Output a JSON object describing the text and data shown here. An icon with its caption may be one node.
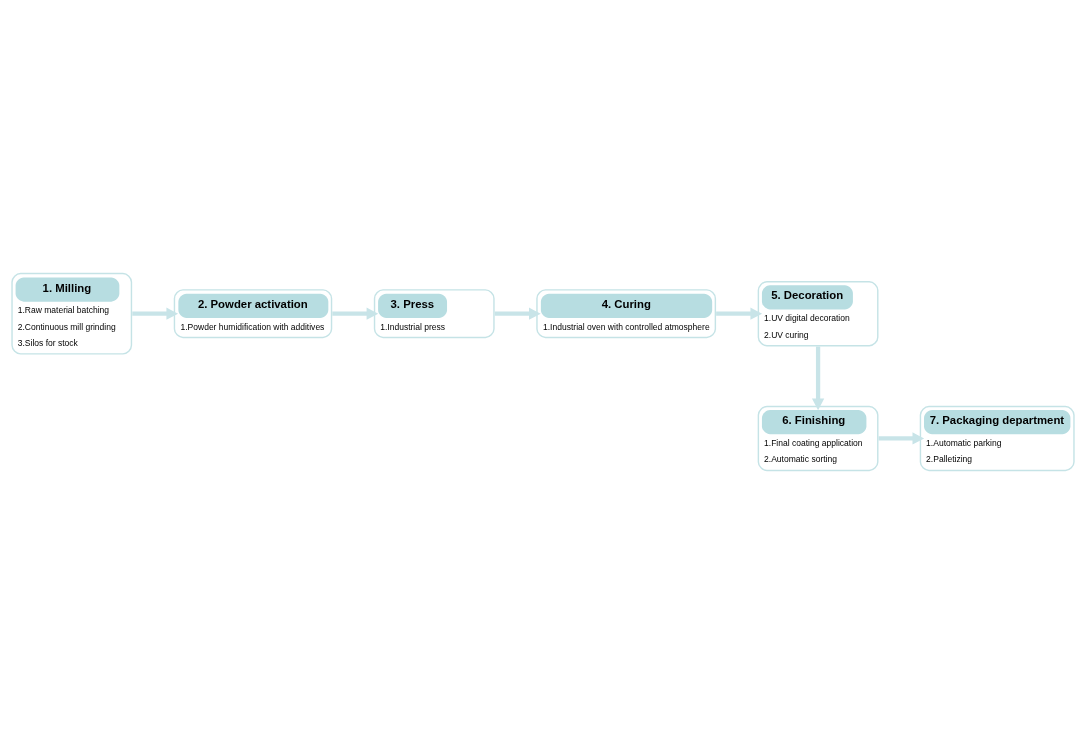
{
  "diagram": {
    "nodes": [
      {
        "text": [
          "1. Milling",
          "1.Raw material batching",
          "2.Continuous mill grinding",
          "3.Silos for stock"
        ]
      },
      {
        "text": [
          "2. Powder activation",
          "1.Powder humidification with additives"
        ]
      },
      {
        "text": [
          "3. Press",
          "1.Industrial press"
        ]
      },
      {
        "text": [
          "4. Curing",
          "1.Industrial oven with controlled atmosphere"
        ]
      },
      {
        "text": [
          "5. Decoration",
          "1.UV digital decoration",
          "2.UV curing"
        ]
      },
      {
        "text": [
          "6. Finishing",
          "1.Final coating application",
          "2.Automatic sorting"
        ]
      },
      {
        "text": [
          "7. Packaging department",
          "1.Automatic parking",
          "2.Palletizing"
        ]
      }
    ],
    "edges": [
      {
        "from": 0,
        "to": 1,
        "arrow": "to"
      },
      {
        "from": 1,
        "to": 2,
        "arrow": "to"
      },
      {
        "from": 2,
        "to": 3,
        "arrow": "to"
      },
      {
        "from": 3,
        "to": 4,
        "arrow": "to"
      },
      {
        "from": 4,
        "to": 5,
        "arrow": "to"
      },
      {
        "from": 5,
        "to": 6,
        "arrow": "to"
      }
    ]
  }
}
